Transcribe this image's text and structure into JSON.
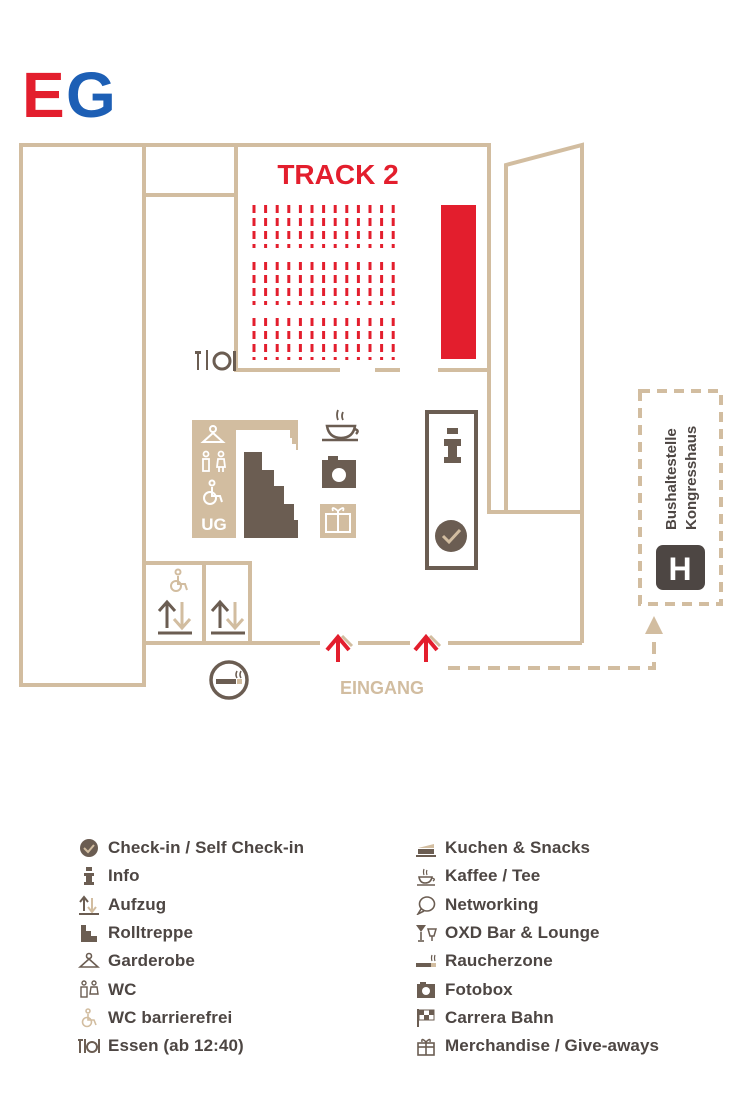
{
  "floor_label": {
    "part1": "E",
    "part2": "G"
  },
  "map": {
    "hall_label": "TRACK 2",
    "entrance_label": "EINGANG",
    "basement_label": "UG",
    "bus_stop_label_line1": "Bushaltestelle",
    "bus_stop_label_line2": "Kongresshaus",
    "bus_stop_sign": "H"
  },
  "colors": {
    "wall": "#d2bda0",
    "accent_red": "#e31e2d",
    "accent_blue": "#1d5fb5",
    "dark_brown": "#6b5d52",
    "text_dark": "#4d4643"
  },
  "legend": {
    "left": [
      {
        "icon": "checkmark-icon",
        "label": "Check-in / Self Check-in"
      },
      {
        "icon": "info-icon",
        "label": "Info"
      },
      {
        "icon": "elevator-icon",
        "label": "Aufzug"
      },
      {
        "icon": "escalator-icon",
        "label": "Rolltreppe"
      },
      {
        "icon": "hanger-icon",
        "label": "Garderobe"
      },
      {
        "icon": "wc-icon",
        "label": "WC"
      },
      {
        "icon": "wheelchair-icon",
        "label": "WC barrierefrei"
      },
      {
        "icon": "food-icon",
        "label": "Essen (ab 12:40)"
      }
    ],
    "right": [
      {
        "icon": "cake-icon",
        "label": "Kuchen & Snacks"
      },
      {
        "icon": "coffee-icon",
        "label": "Kaffee / Tee"
      },
      {
        "icon": "speech-bubble-icon",
        "label": "Networking"
      },
      {
        "icon": "cocktail-icon",
        "label": "OXD Bar & Lounge"
      },
      {
        "icon": "cigarette-icon",
        "label": "Raucherzone"
      },
      {
        "icon": "camera-icon",
        "label": "Fotobox"
      },
      {
        "icon": "checkered-flag-icon",
        "label": "Carrera Bahn"
      },
      {
        "icon": "gift-icon",
        "label": "Merchandise / Give-aways"
      }
    ]
  }
}
